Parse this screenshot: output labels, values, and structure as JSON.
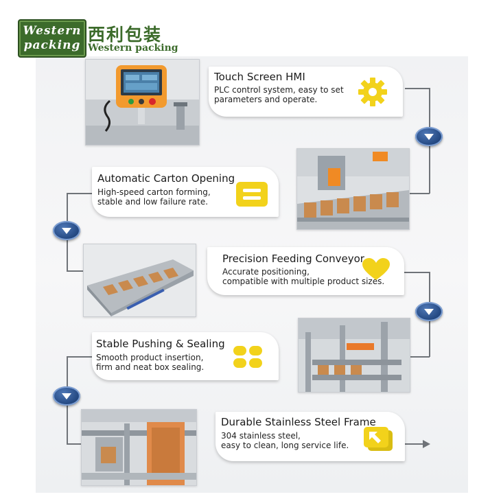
{
  "brand": {
    "logo_line1": "Western",
    "logo_line2": "packing",
    "name_cn": "西利包装",
    "name_en": "Western packing",
    "color": "#3c6b2b"
  },
  "accent_color": "#f2d21b",
  "node_color": "#264b85",
  "features": [
    {
      "title": "Touch Screen HMI",
      "desc1": "PLC control system, easy to set",
      "desc2": "parameters and operate.",
      "icon": "gear-icon"
    },
    {
      "title": "Automatic Carton Opening",
      "desc1": "High-speed carton forming,",
      "desc2": "stable and low failure rate.",
      "icon": "equal-bars-icon"
    },
    {
      "title": "Precision Feeding Conveyor",
      "desc1": "Accurate positioning,",
      "desc2": "compatible with multiple product sizes.",
      "icon": "heart-icon"
    },
    {
      "title": "Stable Pushing & Sealing",
      "desc1": "Smooth product insertion,",
      "desc2": "firm and neat box sealing.",
      "icon": "four-petal-icon"
    },
    {
      "title": "Durable Stainless Steel Frame",
      "desc1": "304 stainless steel,",
      "desc2": "easy to clean, long service life.",
      "icon": "arrow-square-icon"
    }
  ]
}
